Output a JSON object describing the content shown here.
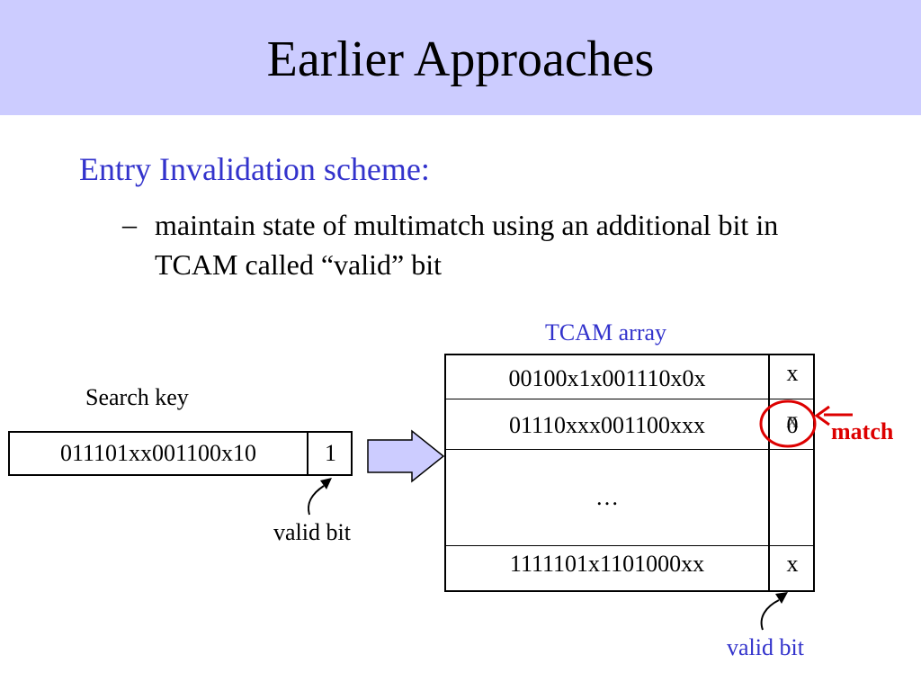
{
  "slide": {
    "title": "Earlier Approaches",
    "heading": "Entry Invalidation scheme:",
    "bullet_dash": "–",
    "bullet_text": "maintain state of multimatch using an additional bit in TCAM called “valid” bit"
  },
  "search_key": {
    "label": "Search key",
    "pattern": "011101xx001100x10",
    "valid_value": "1",
    "valid_label": "valid bit"
  },
  "tcam": {
    "label": "TCAM array",
    "rows": [
      {
        "pattern": "00100x1x001110x0x",
        "valid": "x"
      },
      {
        "pattern": "01110xxx001100xxx",
        "valid": "0",
        "overwritten": "x"
      },
      {
        "pattern": "…",
        "valid": ""
      },
      {
        "pattern": "1111101x1101000xx",
        "valid": "x"
      }
    ],
    "valid_label": "valid bit"
  },
  "match_label": "match",
  "colors": {
    "title_band": "#ccccff",
    "accent_blue": "#3333cc",
    "arrow_fill": "#ccccff",
    "match_red": "#dd0000"
  }
}
